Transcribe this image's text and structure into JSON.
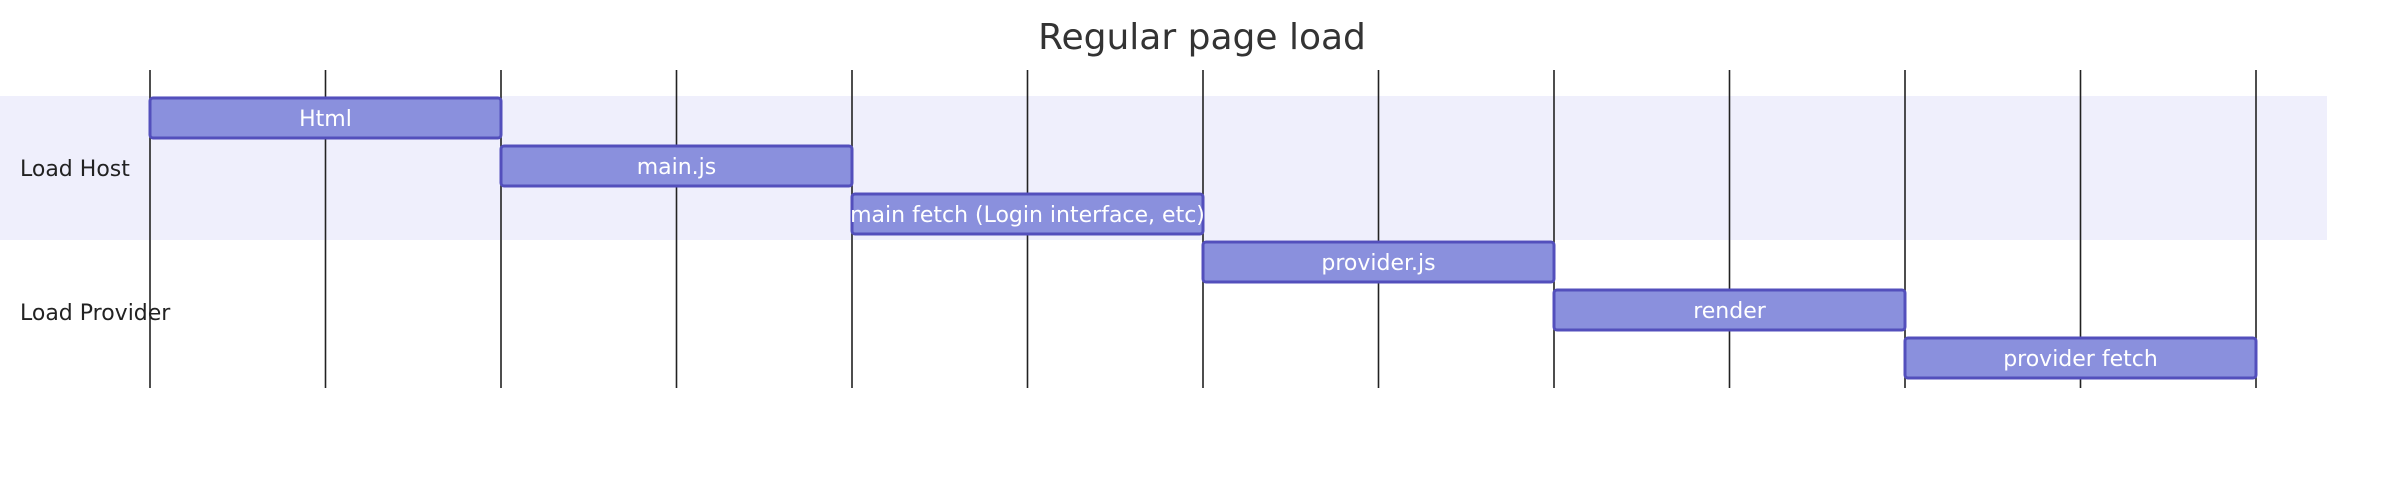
{
  "title": "Regular page load",
  "chart_data": {
    "type": "gantt",
    "title": "Regular page load",
    "time_axis": {
      "units": "steps",
      "range": [
        0,
        12
      ],
      "grid_interval": 1,
      "grid": true,
      "tick_labels_shown": false
    },
    "sections": [
      {
        "name": "Load Host",
        "tasks": [
          {
            "name": "Html",
            "start": 0,
            "end": 2
          },
          {
            "name": "main.js",
            "start": 2,
            "end": 4
          },
          {
            "name": "main fetch  (Login interface, etc)",
            "start": 4,
            "end": 6
          }
        ]
      },
      {
        "name": "Load Provider",
        "tasks": [
          {
            "name": "provider.js",
            "start": 6,
            "end": 8
          },
          {
            "name": "render",
            "start": 8,
            "end": 10
          },
          {
            "name": "provider fetch",
            "start": 10,
            "end": 12
          }
        ]
      }
    ]
  },
  "colors": {
    "section_band_odd": "#efeffc",
    "section_band_even": "#ffffff",
    "grid_line": "#222222",
    "task_fill": "#8a90dd",
    "task_stroke": "#534fbc",
    "task_text": "#ffffff",
    "title_text": "#333333",
    "label_text": "#222222"
  }
}
